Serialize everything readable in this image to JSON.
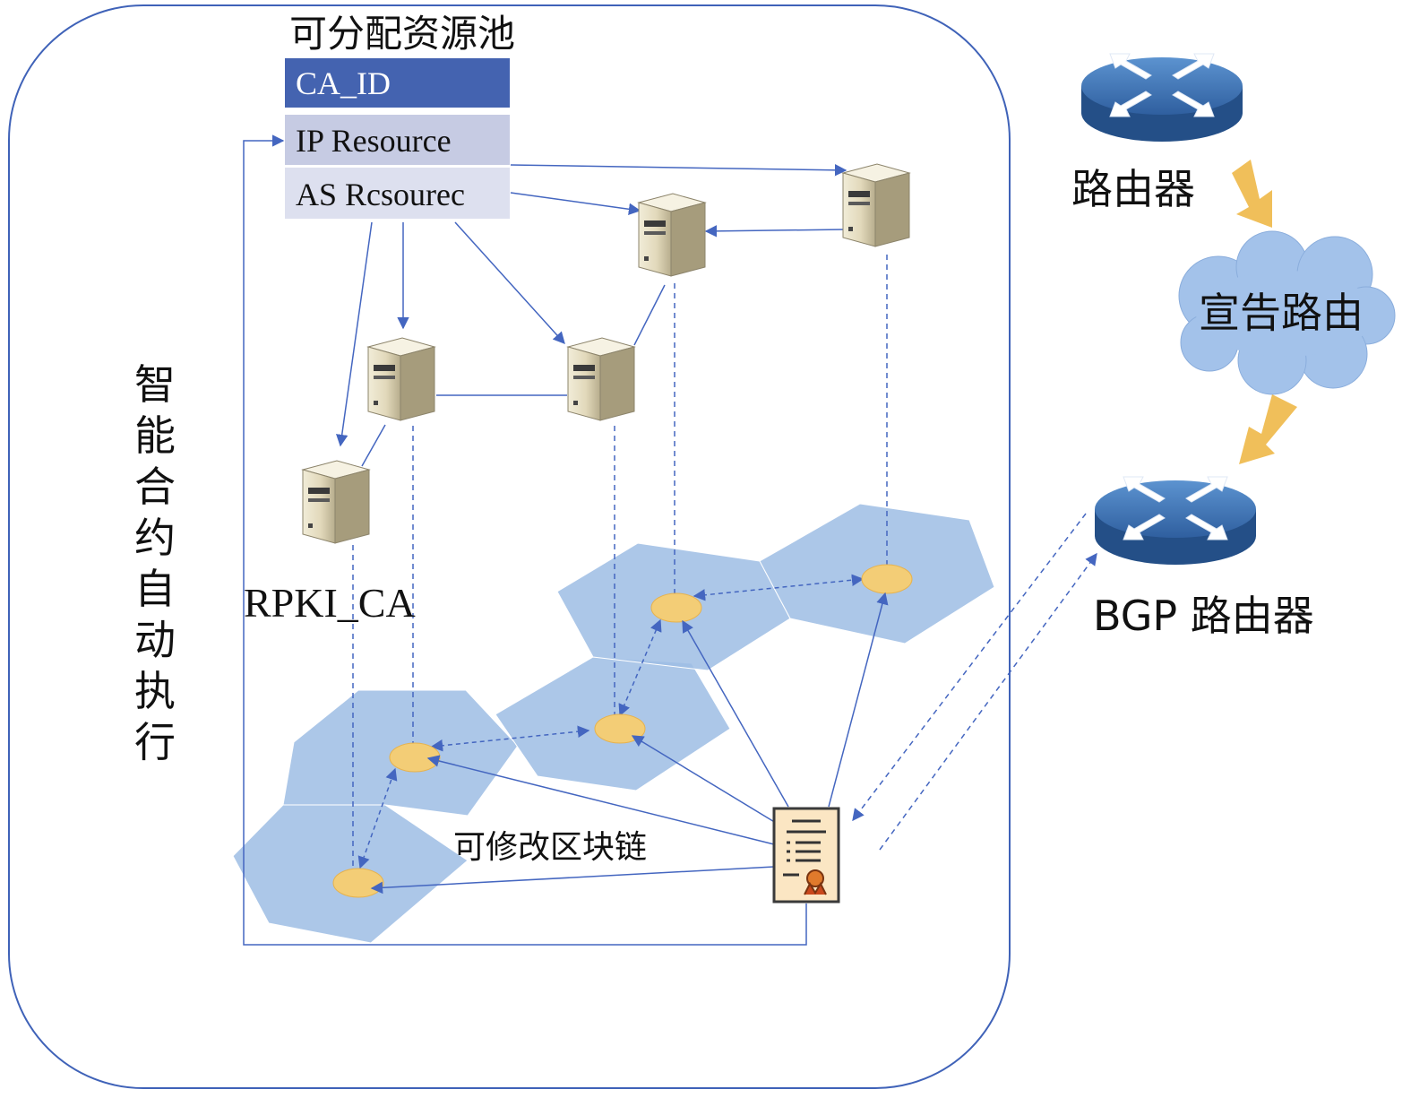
{
  "pool": {
    "title": "可分配资源池",
    "ca_id": "CA_ID",
    "ip_resource": "IP Resource",
    "as_resource": "AS Rcsourec"
  },
  "side_label": [
    "智",
    "能",
    "合",
    "约",
    "自",
    "动",
    "执",
    "行"
  ],
  "rpki_ca_label": "RPKI_CA",
  "blockchain_label": "可修改区块链",
  "router_label": "路由器",
  "announce_label": "宣告路由",
  "bgp_router_label": "BGP 路由器",
  "colors": {
    "frame": "#3f62b8",
    "ca_id_fill": "#4463b0",
    "resource_fill": "#c6cbe3",
    "as_fill": "#dde0ef",
    "hexagon": "#9dbde4",
    "node": "#f3cd76",
    "arrow": "#4466c0",
    "orange_arrow": "#f0bf5a",
    "router": "#3f76b8",
    "cloud": "#a3c2ea"
  },
  "icons": {
    "server": "server-icon",
    "certificate": "certificate-icon",
    "router": "router-icon",
    "cloud": "cloud-icon"
  }
}
